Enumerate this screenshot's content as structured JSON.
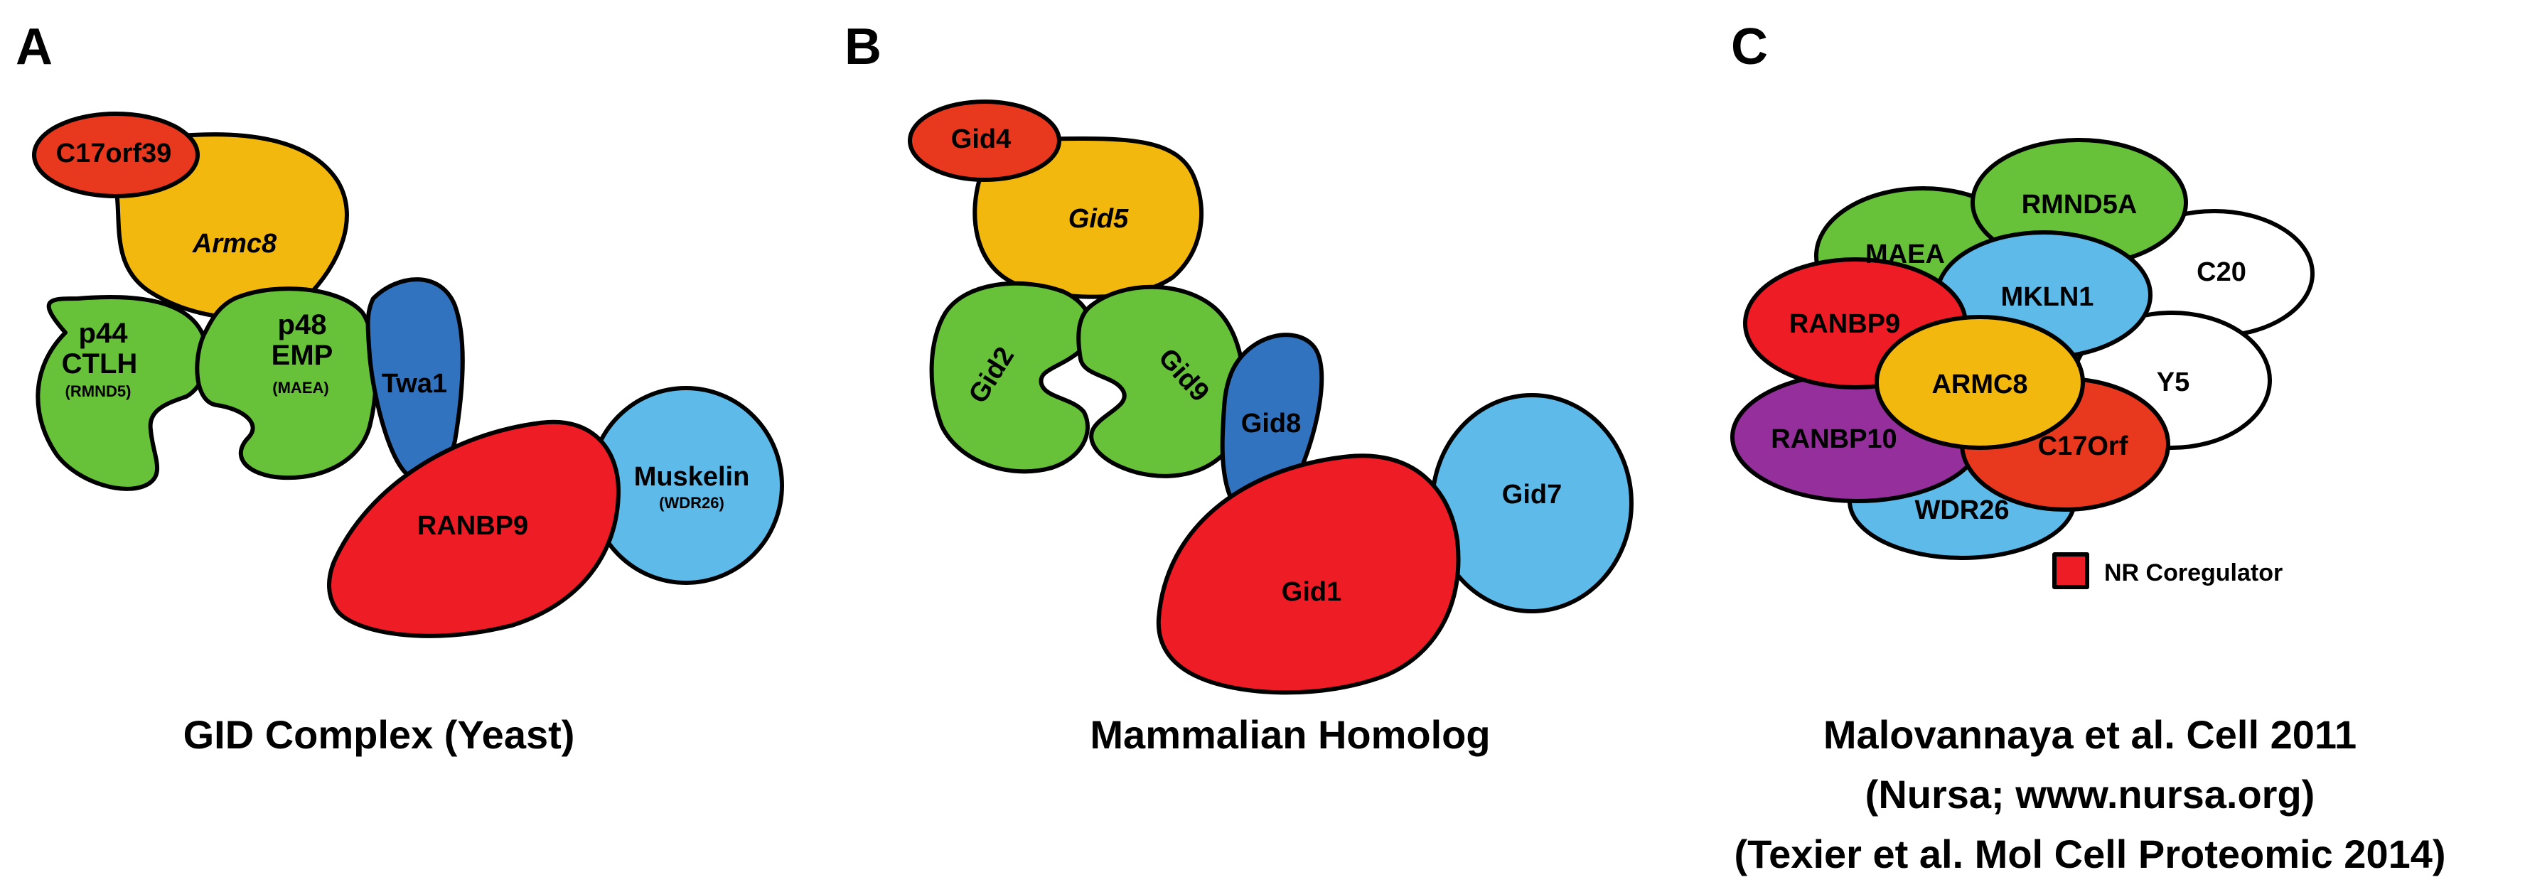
{
  "colors": {
    "red": "#ee1c25",
    "orange_red": "#e8391f",
    "yellow": "#f2b80e",
    "green": "#67c23a",
    "blue": "#3273c0",
    "light_blue": "#5dbae9",
    "purple": "#952f9b",
    "white": "#ffffff"
  },
  "panel_a": {
    "letter": "A",
    "caption": "GID Complex (Yeast)",
    "c17orf39": "C17orf39",
    "armc8": "Armc8",
    "p44_line1": "p44",
    "p44_line2": "CTLH",
    "p44_sub": "(RMND5)",
    "p48_line1": "p48",
    "p48_line2": "EMP",
    "p48_sub": "(MAEA)",
    "twa1": "Twa1",
    "ranbp9": "RANBP9",
    "muskelin": "Muskelin",
    "muskelin_sub": "(WDR26)"
  },
  "panel_b": {
    "letter": "B",
    "caption": "Mammalian Homolog",
    "gid4": "Gid4",
    "gid5": "Gid5",
    "gid2": "Gid2",
    "gid9": "Gid9",
    "gid8": "Gid8",
    "gid1": "Gid1",
    "gid7": "Gid7"
  },
  "panel_c": {
    "letter": "C",
    "caption_line1": "Malovannaya et al. Cell 2011",
    "caption_line2": "(Nursa; www.nursa.org)",
    "caption_line3": "(Texier et al. Mol Cell Proteomic 2014)",
    "rmnd5a": "RMND5A",
    "maea": "MAEA",
    "c20": "C20",
    "mkln1": "MKLN1",
    "ranbp9": "RANBP9",
    "y5": "Y5",
    "armc8": "ARMC8",
    "ranbp10": "RANBP10",
    "c17orf": "C17Orf",
    "wdr26": "WDR26",
    "legend_label": "NR Coregulator"
  }
}
